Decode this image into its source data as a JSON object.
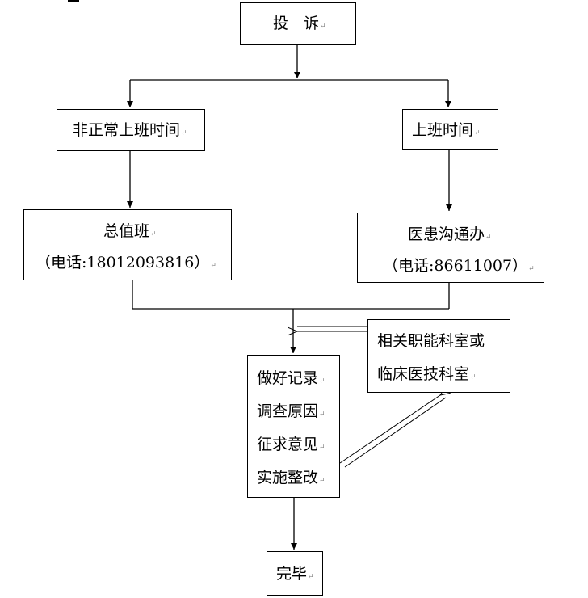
{
  "nodes": {
    "complaint": "投　诉",
    "off_hours": "非正常上班时间",
    "on_hours": "上班时间",
    "duty": {
      "title": "总值班",
      "phone": "（电话:18012093816）"
    },
    "office": {
      "title": "医患沟通办",
      "phone": "（电话:86611007）"
    },
    "process": {
      "steps": [
        "做好记录",
        "调查原因",
        "征求意见",
        "实施整改"
      ]
    },
    "departments": {
      "line1": "相关职能科室或",
      "line2": "临床医技科室"
    },
    "done": "完毕"
  },
  "paragraph_mark": "↵",
  "colors": {
    "line": "#000000",
    "mark": "#8a8a8a"
  }
}
